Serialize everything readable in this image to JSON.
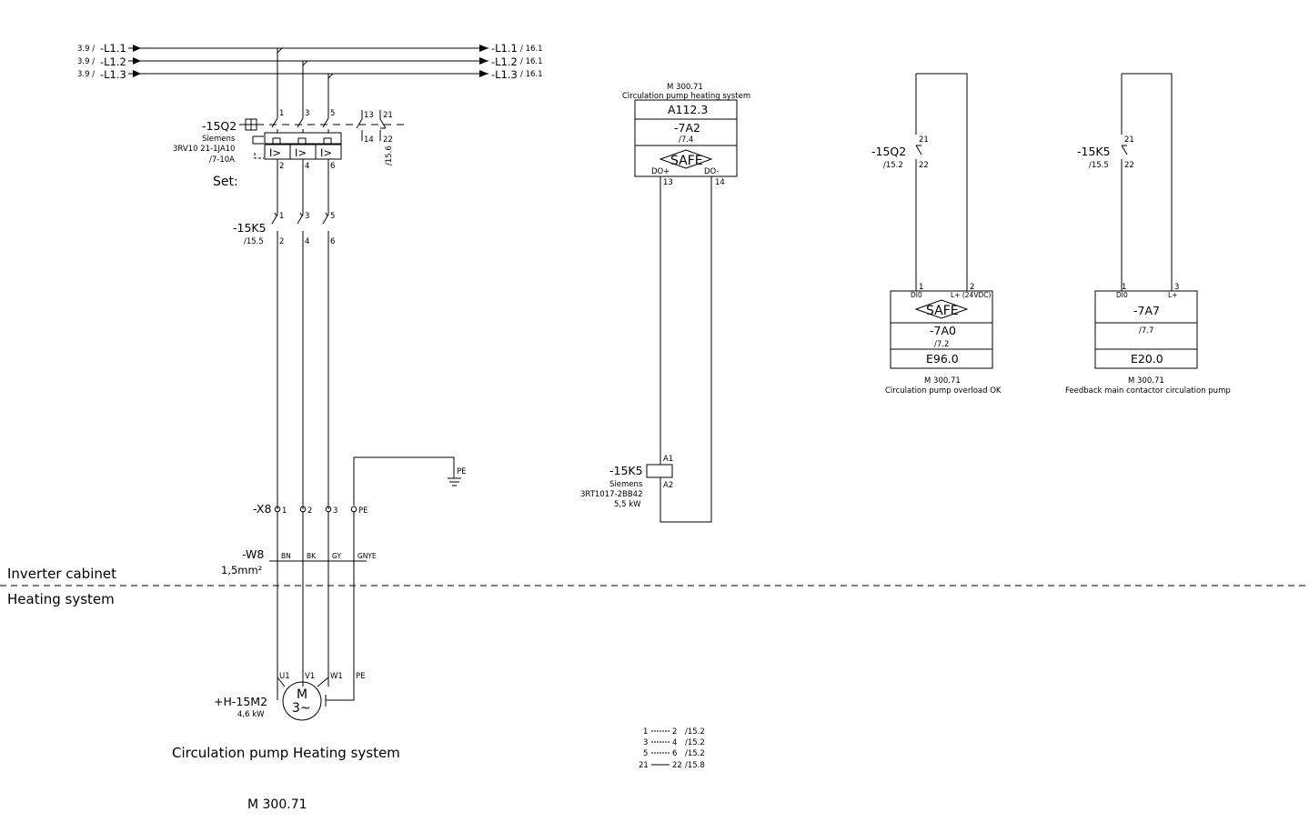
{
  "lines": {
    "in": [
      {
        "ref": "3.9 /",
        "label": "-L1.1"
      },
      {
        "ref": "3.9 /",
        "label": "-L1.2"
      },
      {
        "ref": "3.9 /",
        "label": "-L1.3"
      }
    ],
    "out": [
      {
        "label": "-L1.1",
        "ref": "/ 16.1"
      },
      {
        "label": "-L1.2",
        "ref": "/ 16.1"
      },
      {
        "label": "-L1.3",
        "ref": "/ 16.1"
      }
    ]
  },
  "breaker": {
    "tag": "-15Q2",
    "maker": "Siemens",
    "part": "3RV10 21-1JA10",
    "range": "/7-10A",
    "set": "Set:",
    "terminals_top": [
      "1",
      "3",
      "5"
    ],
    "terminals_bottom": [
      "2",
      "4",
      "6"
    ],
    "trip_symbol": "I>",
    "aux_no": [
      "13",
      "14"
    ],
    "aux_nc": [
      "21",
      "22"
    ],
    "aux_ref": "/15.6"
  },
  "contactor_main": {
    "tag": "-15K5",
    "ref": "/15.5",
    "terminals_top": [
      "1",
      "3",
      "5"
    ],
    "terminals_bottom": [
      "2",
      "4",
      "6"
    ]
  },
  "terminal_strip": {
    "tag": "-X8",
    "terminals": [
      "1",
      "2",
      "3",
      "PE"
    ]
  },
  "earth": {
    "label": "PE"
  },
  "cable": {
    "tag": "-W8",
    "size": "1,5mm²",
    "cores": [
      "BN",
      "BK",
      "GY",
      "GNYE"
    ]
  },
  "zones": {
    "upper": "Inverter cabinet",
    "lower": "Heating system"
  },
  "motor": {
    "tag": "+H-15M2",
    "power": "4,6 kW",
    "symbol_top": "M",
    "symbol_bottom": "3~",
    "terminals": [
      "U1",
      "V1",
      "W1",
      "PE"
    ],
    "caption": "Circulation pump Heating system",
    "id": "M 300.71"
  },
  "dout": {
    "header1": "M 300.71",
    "header2": "Circulation pump heating system",
    "address": "A112.3",
    "tag": "-7A2",
    "ref": "/7.4",
    "safe": "SAFE",
    "pin_plus": "DO+",
    "pin_minus": "DO-",
    "term_plus": "13",
    "term_minus": "14"
  },
  "coil": {
    "tag": "-15K5",
    "maker": "Siemens",
    "part": "3RT1017-2BB42",
    "power": "5,5 kW",
    "a1": "A1",
    "a2": "A2"
  },
  "di1": {
    "contact_tag": "-15Q2",
    "contact_ref": "/15.2",
    "contact_t1": "21",
    "contact_t2": "22",
    "term1": "1",
    "term2": "2",
    "pin1": "DI0",
    "pin2": "L+ (24VDC)",
    "safe": "SAFE",
    "tag": "-7A0",
    "ref": "/7.2",
    "address": "E96.0",
    "footer1": "M 300.71",
    "footer2": "Circulation pump overload OK"
  },
  "di2": {
    "contact_tag": "-15K5",
    "contact_ref": "/15.5",
    "contact_t1": "21",
    "contact_t2": "22",
    "term1": "1",
    "term2": "3",
    "pin1": "DI0",
    "pin2": "L+",
    "tag": "-7A7",
    "ref": "/7.7",
    "address": "E20.0",
    "footer1": "M 300.71",
    "footer2": "Feedback main contactor circulation pump"
  },
  "cross_ref": [
    {
      "a": "1",
      "b": "2",
      "ref": "/15.2"
    },
    {
      "a": "3",
      "b": "4",
      "ref": "/15.2"
    },
    {
      "a": "5",
      "b": "6",
      "ref": "/15.2"
    },
    {
      "a": "21",
      "b": "22",
      "ref": "/15.8"
    }
  ]
}
